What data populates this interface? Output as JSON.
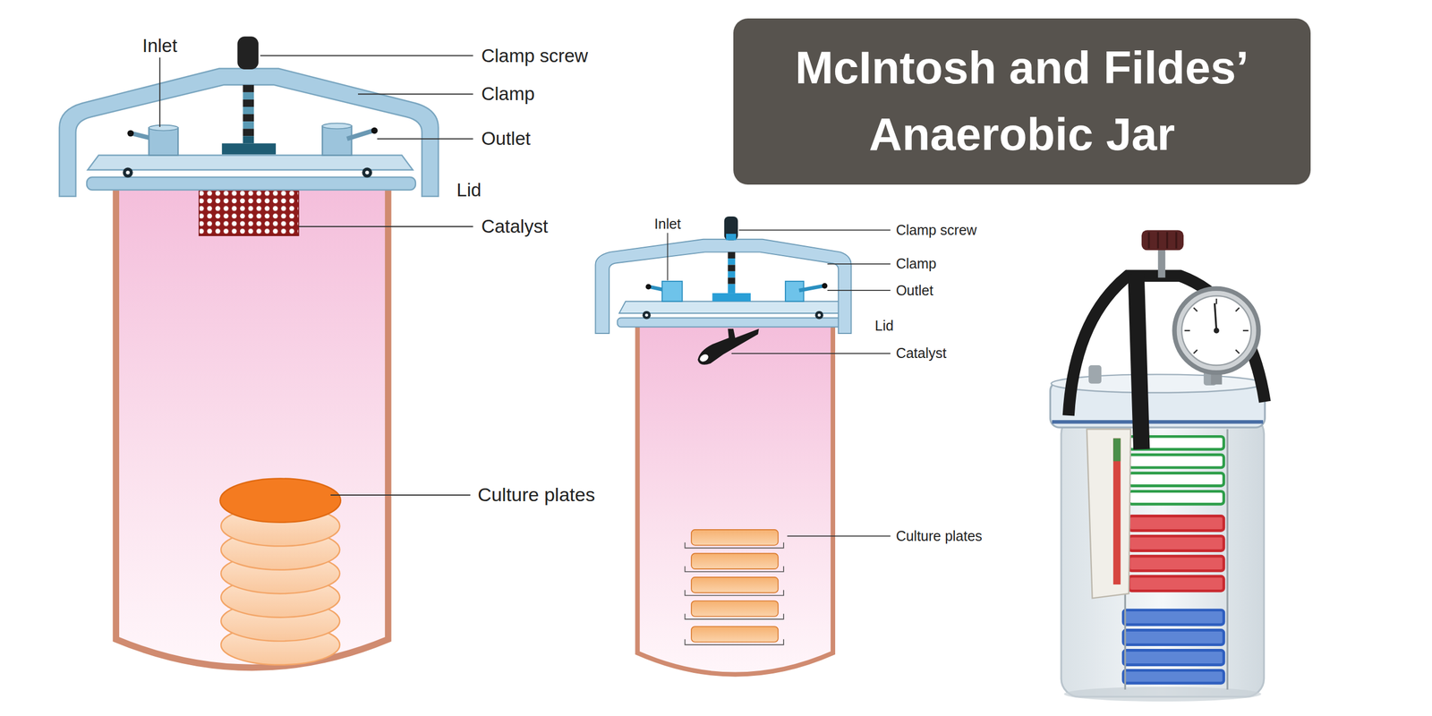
{
  "diagram": {
    "title": "McIntosh and Fildes’ Anaerobic Jar",
    "labels": [
      "Inlet",
      "Clamp screw",
      "Clamp",
      "Outlet",
      "Lid",
      "Catalyst",
      "Culture plates",
      "Inlet",
      "Clamp screw",
      "Clamp",
      "Outlet",
      "Lid",
      "Catalyst",
      "Culture plates"
    ]
  }
}
